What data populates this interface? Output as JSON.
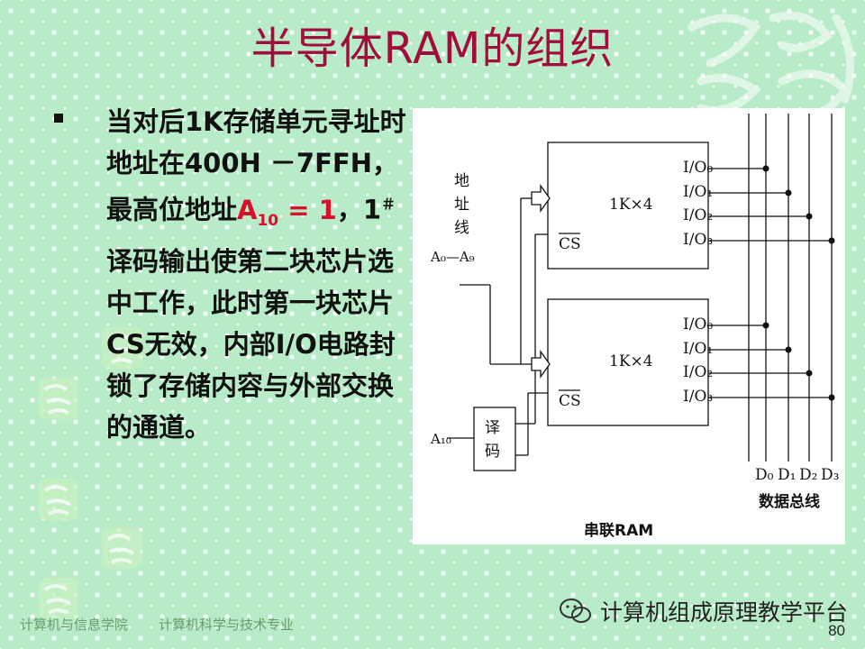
{
  "slide": {
    "title": "半导体RAM的组织",
    "bullet": {
      "part1": "当对后1K存储单元寻址时地址在400H －7FFH，最高位地址",
      "highlight_base": "A",
      "highlight_sub": "10",
      "highlight_rest": " = 1",
      "part2": "，1",
      "sup": "＃",
      "part3": "译码输出使第二块芯片选中工作，此时第一块芯片CS无效，内部I/O电路封锁了存储内容与外部交换的通道。"
    },
    "diagram": {
      "addr_label_1": "地",
      "addr_label_2": "址",
      "addr_label_3": "线",
      "addr_range": "A₀—A₉",
      "a10_label": "A₁₀",
      "decoder_1": "译",
      "decoder_2": "码",
      "chip_label": "1K×4",
      "cs_label": "CS",
      "io": [
        "I/O₀",
        "I/O₁",
        "I/O₂",
        "I/O₃"
      ],
      "data_lines": [
        "D₀",
        "D₁",
        "D₂",
        "D₃"
      ],
      "bus_label": "数据总线",
      "caption": "串联RAM"
    },
    "footer": {
      "school": "计算机与信息学院",
      "major": "计算机科学与技术专业"
    },
    "wechat_name": "计算机组成原理教学平台",
    "page_number": "80",
    "colors": {
      "title": "#a10e3c",
      "highlight": "#d8102a",
      "background": "#b8ecc8"
    }
  }
}
